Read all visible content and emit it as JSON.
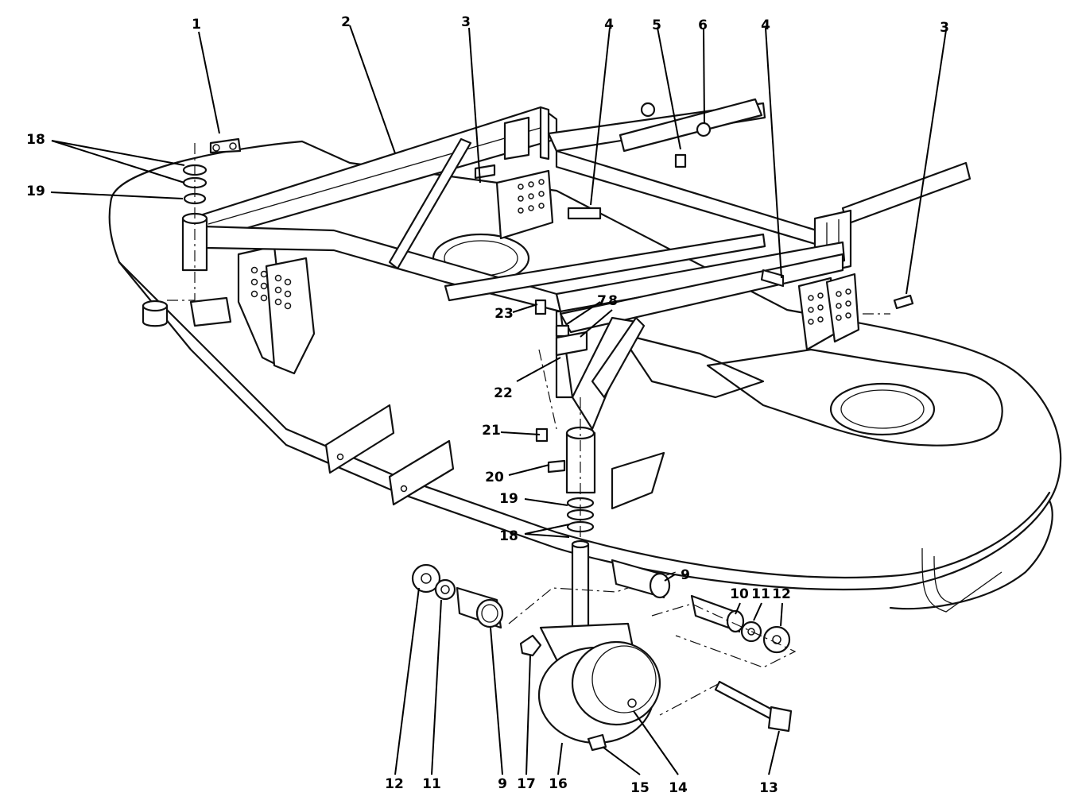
{
  "diagram": {
    "callouts": {
      "c1": "1",
      "c2": "2",
      "c3a": "3",
      "c3b": "3",
      "c4a": "4",
      "c4b": "4",
      "c5": "5",
      "c6": "6",
      "c7": "7",
      "c8": "8",
      "c9a": "9",
      "c9b": "9",
      "c10": "10",
      "c11a": "11",
      "c11b": "11",
      "c12a": "12",
      "c12b": "12",
      "c13": "13",
      "c14": "14",
      "c15": "15",
      "c16": "16",
      "c17": "17",
      "c18a": "18",
      "c18b": "18",
      "c19a": "19",
      "c19b": "19",
      "c20": "20",
      "c21": "21",
      "c22": "22",
      "c23": "23"
    }
  }
}
